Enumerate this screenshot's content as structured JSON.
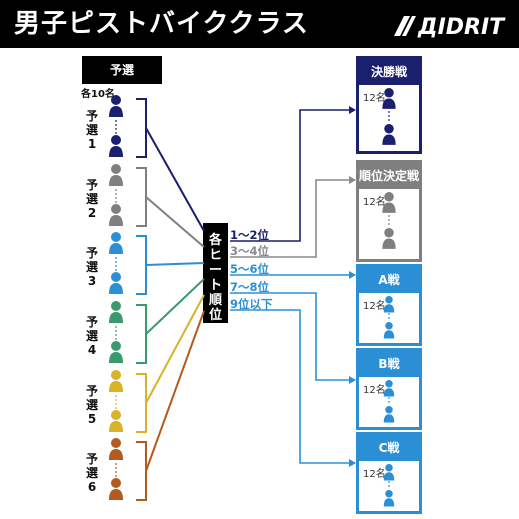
{
  "header": {
    "title": "男子ピストバイククラス",
    "logo_text": "ДIDRIT"
  },
  "yosen": {
    "label": "予選",
    "each_count": "各10名"
  },
  "heats": [
    {
      "label": "予選1",
      "color": "#1a1f6e"
    },
    {
      "label": "予選2",
      "color": "#7f7f7f"
    },
    {
      "label": "予選3",
      "color": "#2b8fd6"
    },
    {
      "label": "予選4",
      "color": "#3a9a6e"
    },
    {
      "label": "予選5",
      "color": "#d9b22a"
    },
    {
      "label": "予選6",
      "color": "#b35a1f"
    }
  ],
  "center_label": "各ヒート順位",
  "ranks": [
    {
      "label": "1～2位",
      "color": "#1a1f6e"
    },
    {
      "label": "3～4位",
      "color": "#8a8a8a"
    },
    {
      "label": "5～6位",
      "color": "#2b8fd6"
    },
    {
      "label": "7～8位",
      "color": "#2b8fd6"
    },
    {
      "label": "9位以下",
      "color": "#2b8fd6"
    }
  ],
  "finals": [
    {
      "title": "決勝戦",
      "count": "12名",
      "color": "#1a1f6e"
    },
    {
      "title": "順位決定戦",
      "count": "12名",
      "color": "#7f7f7f"
    },
    {
      "title": "A戦",
      "count": "12名",
      "color": "#2b8fd6"
    },
    {
      "title": "B戦",
      "count": "12名",
      "color": "#2b8fd6"
    },
    {
      "title": "C戦",
      "count": "12名",
      "color": "#2b8fd6"
    }
  ]
}
